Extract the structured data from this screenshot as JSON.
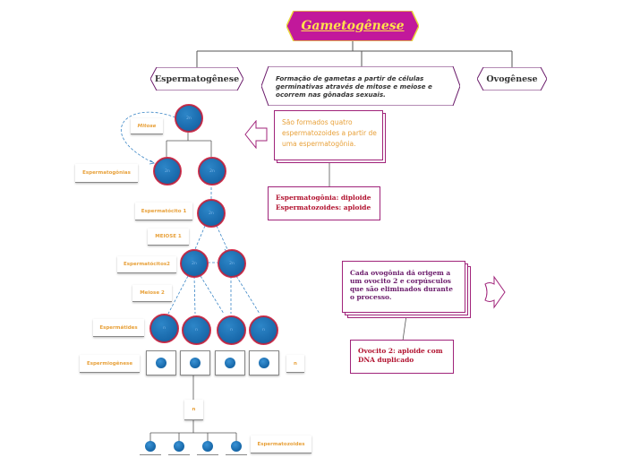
{
  "title": "Gametogênese",
  "branches": {
    "left": "Espermatogênese",
    "center": "Formação de gametas a partir de células germinativas através de mitose e meiose e ocorrem nas gônadas sexuais.",
    "right": "Ovogênese"
  },
  "labels": {
    "mitose": "Mitose",
    "espermatogonias": "Espermatogônias",
    "espermatocito1": "Espermatócito 1",
    "meiose1": "MEIOSE 1",
    "espermatocitos2": "Espermatócitos2",
    "meiose2": "Meiose 2",
    "espermatides": "Espermátides",
    "espermiogenese": "Espermiogênese",
    "espermatozoides": "Espermatozoides",
    "n_small": "n",
    "n_box": "n"
  },
  "cells": {
    "root": "2n",
    "level1": [
      "2n",
      "2n"
    ],
    "level2": "2n",
    "level3": [
      "2n",
      "2n"
    ],
    "level4": [
      "n",
      "n",
      "n",
      "n"
    ]
  },
  "notes": {
    "espermatozoides_formados": "São formados quatro espermatozoides a partir de uma espermatogônia.",
    "ploidia_line1": "Espermatogônia: diploide",
    "ploidia_line2": "Espermatozoides: aploide",
    "ovogonia": "Cada ovogônia dá origem a um ovocito 2 e corpúsculos que são eliminados durante o processo.",
    "ovocito2": "Ovocito 2: aploide com DNA duplicado"
  },
  "colors": {
    "title_fill": "#c2189b",
    "title_text": "#ffe14d",
    "note_border": "#a0237a",
    "node_fill": "#1766a8",
    "node_border": "#d8314d",
    "tag_text": "#e8a13a",
    "ploidy_text": "#b1122f",
    "ovo_text": "#6a1a6a"
  }
}
